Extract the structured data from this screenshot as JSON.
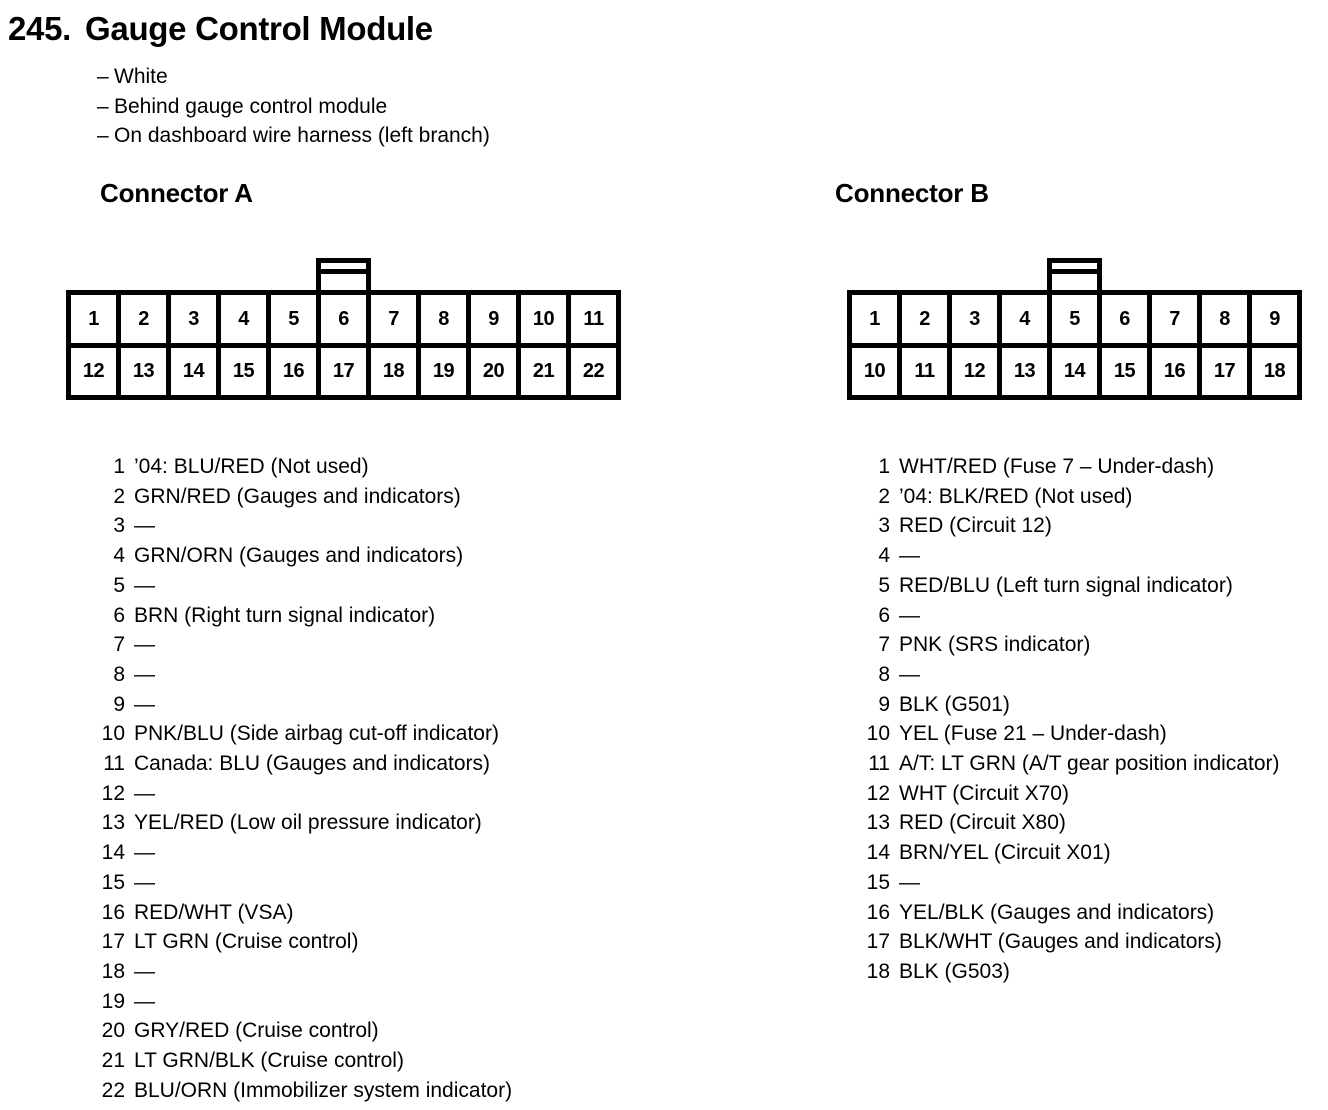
{
  "header": {
    "number": "245.",
    "title": "Gauge Control Module",
    "bullet_marker": "–",
    "bullets": [
      "White",
      "Behind gauge control module",
      "On dashboard wire harness (left branch)"
    ]
  },
  "connectors": [
    {
      "id": "a",
      "heading": "Connector A",
      "columns": 11,
      "tab_column": 6,
      "rows": [
        [
          "1",
          "2",
          "3",
          "4",
          "5",
          "6",
          "7",
          "8",
          "9",
          "10",
          "11"
        ],
        [
          "12",
          "13",
          "14",
          "15",
          "16",
          "17",
          "18",
          "19",
          "20",
          "21",
          "22"
        ]
      ],
      "pins": [
        {
          "no": "1",
          "desc": "’04: BLU/RED (Not used)"
        },
        {
          "no": "2",
          "desc": "GRN/RED (Gauges and indicators)"
        },
        {
          "no": "3",
          "desc": "—"
        },
        {
          "no": "4",
          "desc": "GRN/ORN (Gauges and indicators)"
        },
        {
          "no": "5",
          "desc": "—"
        },
        {
          "no": "6",
          "desc": "BRN (Right turn signal indicator)"
        },
        {
          "no": "7",
          "desc": "—"
        },
        {
          "no": "8",
          "desc": "—"
        },
        {
          "no": "9",
          "desc": "—"
        },
        {
          "no": "10",
          "desc": "PNK/BLU (Side airbag cut-off indicator)"
        },
        {
          "no": "11",
          "desc": "Canada: BLU (Gauges and indicators)"
        },
        {
          "no": "12",
          "desc": "—"
        },
        {
          "no": "13",
          "desc": "YEL/RED (Low oil pressure indicator)"
        },
        {
          "no": "14",
          "desc": "—"
        },
        {
          "no": "15",
          "desc": "—"
        },
        {
          "no": "16",
          "desc": "RED/WHT (VSA)"
        },
        {
          "no": "17",
          "desc": "LT GRN (Cruise control)"
        },
        {
          "no": "18",
          "desc": "—"
        },
        {
          "no": "19",
          "desc": "—"
        },
        {
          "no": "20",
          "desc": "GRY/RED (Cruise control)"
        },
        {
          "no": "21",
          "desc": "LT GRN/BLK (Cruise control)"
        },
        {
          "no": "22",
          "desc": "BLU/ORN (Immobilizer system indicator)"
        }
      ]
    },
    {
      "id": "b",
      "heading": "Connector B",
      "columns": 9,
      "tab_column": 5,
      "rows": [
        [
          "1",
          "2",
          "3",
          "4",
          "5",
          "6",
          "7",
          "8",
          "9"
        ],
        [
          "10",
          "11",
          "12",
          "13",
          "14",
          "15",
          "16",
          "17",
          "18"
        ]
      ],
      "pins": [
        {
          "no": "1",
          "desc": "WHT/RED (Fuse 7 – Under-dash)"
        },
        {
          "no": "2",
          "desc": "’04: BLK/RED (Not used)"
        },
        {
          "no": "3",
          "desc": "RED (Circuit 12)"
        },
        {
          "no": "4",
          "desc": "—"
        },
        {
          "no": "5",
          "desc": "RED/BLU (Left turn signal indicator)"
        },
        {
          "no": "6",
          "desc": "—"
        },
        {
          "no": "7",
          "desc": "PNK (SRS indicator)"
        },
        {
          "no": "8",
          "desc": "—"
        },
        {
          "no": "9",
          "desc": "BLK (G501)"
        },
        {
          "no": "10",
          "desc": "YEL (Fuse 21 – Under-dash)"
        },
        {
          "no": "11",
          "desc": "A/T: LT GRN (A/T gear position indicator)"
        },
        {
          "no": "12",
          "desc": "WHT (Circuit X70)"
        },
        {
          "no": "13",
          "desc": "RED (Circuit X80)"
        },
        {
          "no": "14",
          "desc": "BRN/YEL (Circuit X01)"
        },
        {
          "no": "15",
          "desc": "—"
        },
        {
          "no": "16",
          "desc": "YEL/BLK (Gauges and indicators)"
        },
        {
          "no": "17",
          "desc": "BLK/WHT (Gauges and indicators)"
        },
        {
          "no": "18",
          "desc": "BLK (G503)"
        }
      ]
    }
  ],
  "colors": {
    "ink": "#000000",
    "paper": "#ffffff"
  }
}
